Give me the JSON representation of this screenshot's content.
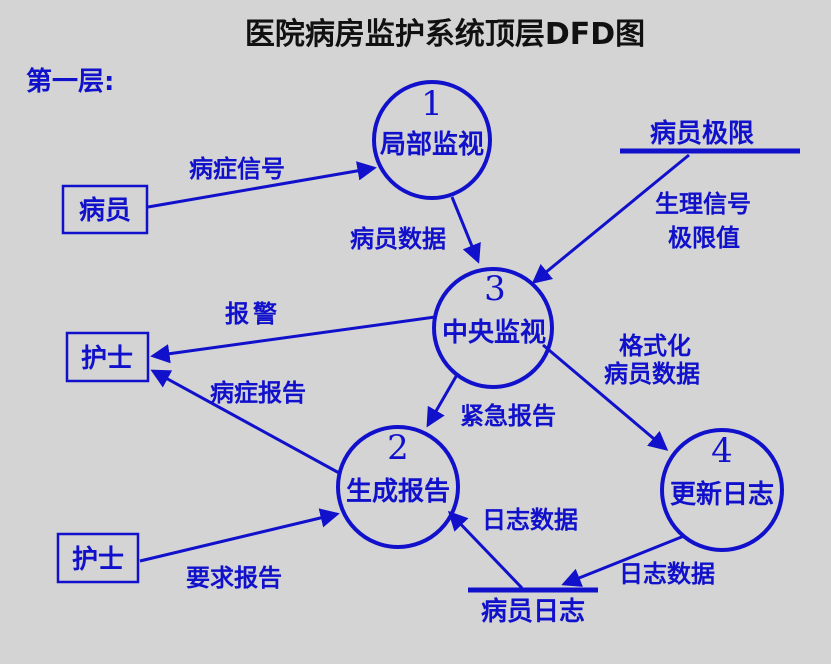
{
  "title": "医院病房监护系统顶层DFD图",
  "layer_label": "第一层:",
  "colors": {
    "accent_blue": "#1111CC",
    "title_black": "#111111",
    "background_gray": "#D4D4D4"
  },
  "diagram_type": "data-flow-diagram",
  "processes": [
    {
      "number": "1",
      "label": "局部监视"
    },
    {
      "number": "2",
      "label": "生成报告"
    },
    {
      "number": "3",
      "label": "中央监视"
    },
    {
      "number": "4",
      "label": "更新日志"
    }
  ],
  "entities": [
    {
      "label": "病员"
    },
    {
      "label": "护士"
    },
    {
      "label": "护士"
    }
  ],
  "data_stores": [
    {
      "label": "病员极限"
    },
    {
      "label": "病员日志"
    }
  ],
  "flows": [
    {
      "label": "病症信号",
      "from": "病员",
      "to": "局部监视"
    },
    {
      "label": "病员数据",
      "from": "局部监视",
      "to": "中央监视"
    },
    {
      "label_lines": [
        "生理信号",
        "极限值"
      ],
      "from": "病员极限",
      "to": "中央监视"
    },
    {
      "label": "报警",
      "from": "中央监视",
      "to": "护士"
    },
    {
      "label": "病症报告",
      "from": "生成报告",
      "to": "护士"
    },
    {
      "label": "紧急报告",
      "from": "中央监视",
      "to": "生成报告"
    },
    {
      "label_lines": [
        "格式化",
        "病员数据"
      ],
      "from": "中央监视",
      "to": "更新日志"
    },
    {
      "label": "要求报告",
      "from": "护士",
      "to": "生成报告"
    },
    {
      "label": "日志数据",
      "from": "病员日志",
      "to": "生成报告"
    },
    {
      "label": "日志数据",
      "from": "更新日志",
      "to": "病员日志"
    }
  ]
}
